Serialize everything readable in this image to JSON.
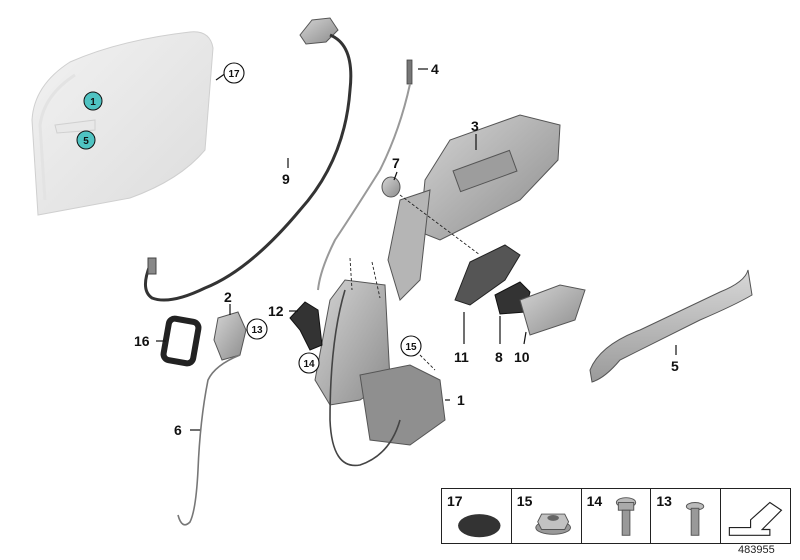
{
  "labels": {
    "p1": "1",
    "p2": "2",
    "p3": "3",
    "p4": "4",
    "p5": "5",
    "p6": "6",
    "p7": "7",
    "p8": "8",
    "p9": "9",
    "p10": "10",
    "p11": "11",
    "p12": "12",
    "p13": "13",
    "p14": "14",
    "p15": "15",
    "p16": "16",
    "p17": "17"
  },
  "door_markers": {
    "m1": "1",
    "m5": "5"
  },
  "legend": [
    {
      "num": "17",
      "icon": "grommet-cap-icon"
    },
    {
      "num": "15",
      "icon": "hex-flange-nut-icon"
    },
    {
      "num": "14",
      "icon": "torx-screw-icon"
    },
    {
      "num": "13",
      "icon": "torx-screw-small-icon"
    },
    {
      "num": "",
      "icon": "direction-arrow-icon"
    }
  ],
  "catalog_number": "483955",
  "colors": {
    "marker_fill": "#4fc3c2",
    "part_gray": "#c9c9c9",
    "line": "#111111"
  }
}
